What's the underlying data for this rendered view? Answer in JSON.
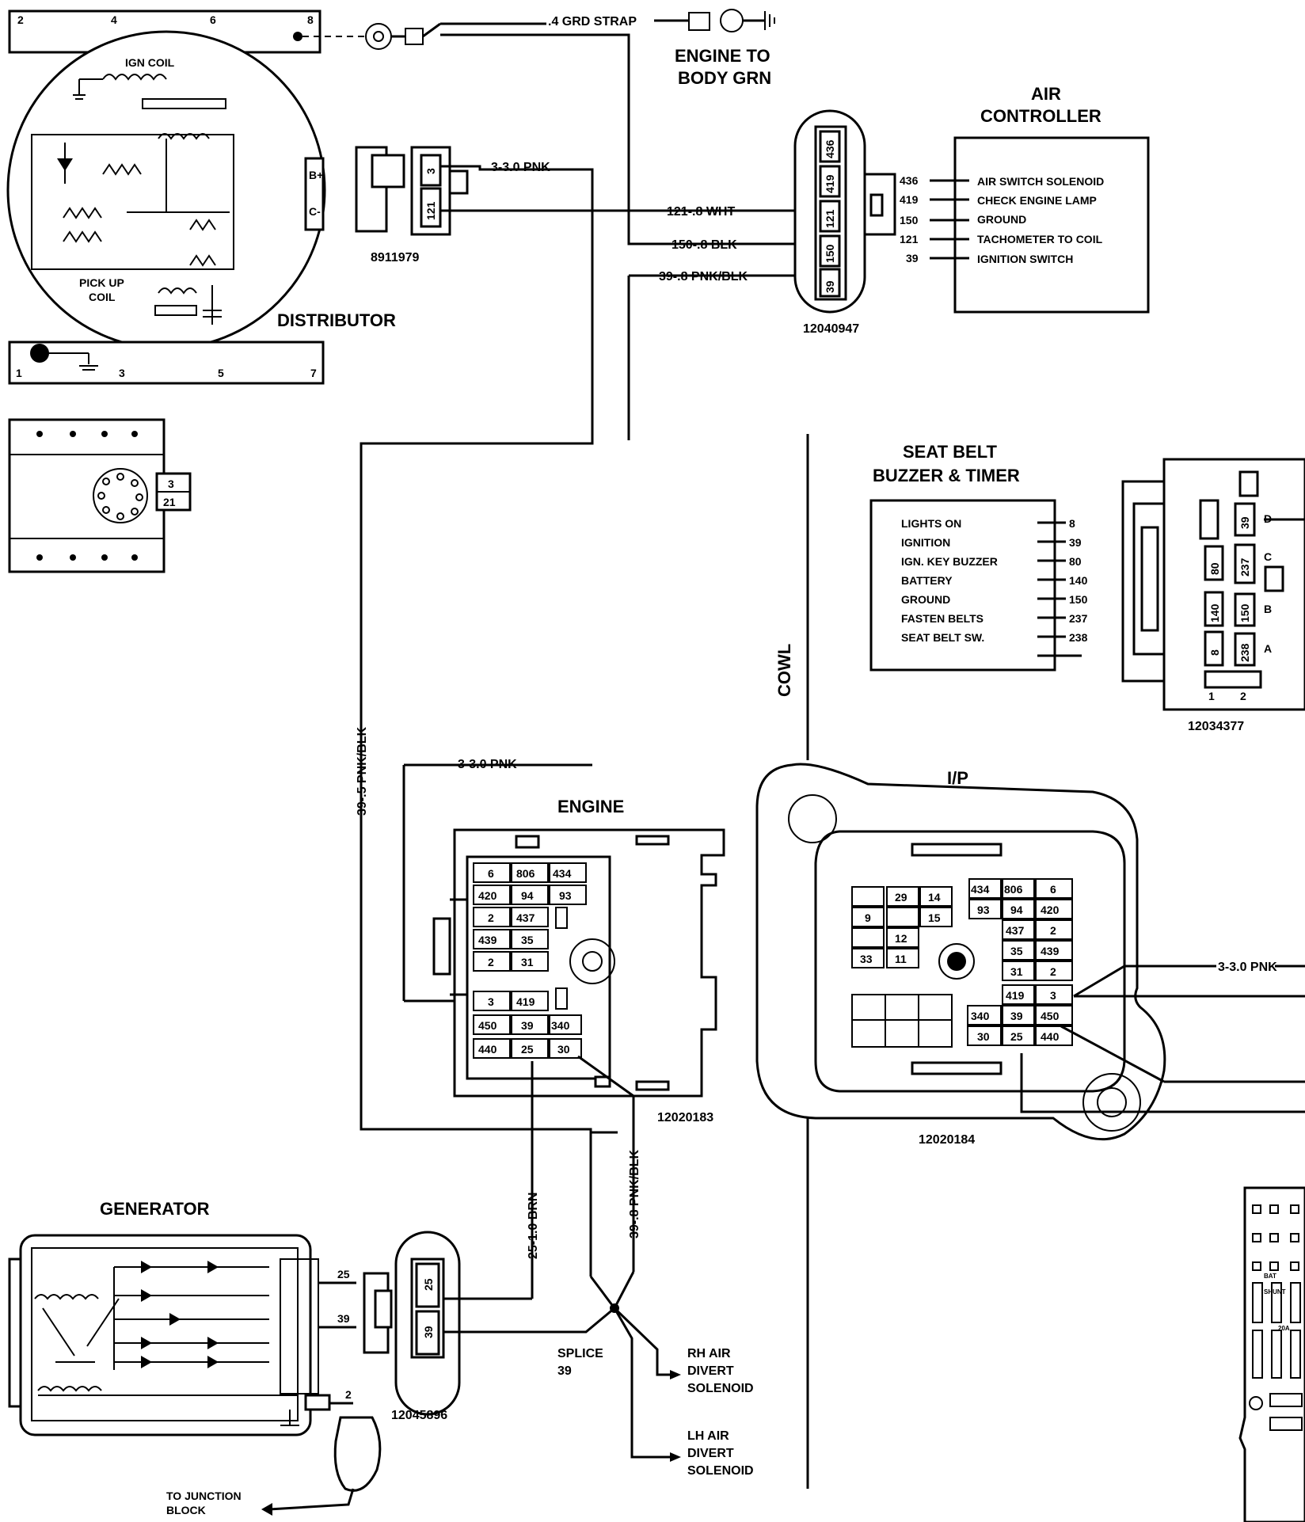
{
  "top_strip": {
    "terminals": [
      "2",
      "4",
      "6",
      "8"
    ]
  },
  "bottom_strip": {
    "terminals": [
      "1",
      "3",
      "5",
      "7"
    ]
  },
  "distributor": {
    "title": "DISTRIBUTOR",
    "ign_coil": "IGN COIL",
    "pick_up_coil": [
      "PICK UP",
      "COIL"
    ],
    "terminals": [
      "B+",
      "C-"
    ]
  },
  "hei_connector": {
    "pins": [
      "3",
      "21"
    ]
  },
  "ground_strap": {
    "wire": ".4 GRD STRAP",
    "label": [
      "ENGINE TO",
      "BODY GRN"
    ]
  },
  "connector_8911979": {
    "part": "8911979",
    "pins": [
      "3",
      "121"
    ]
  },
  "air_controller": {
    "title": [
      "AIR",
      "CONTROLLER"
    ],
    "connector_part": "12040947",
    "connector_pins": [
      "436",
      "419",
      "121",
      "150",
      "39"
    ],
    "circuits": [
      {
        "num": "436",
        "label": "AIR SWITCH SOLENOID"
      },
      {
        "num": "419",
        "label": "CHECK ENGINE LAMP"
      },
      {
        "num": "150",
        "label": "GROUND"
      },
      {
        "num": "121",
        "label": "TACHOMETER TO COIL"
      },
      {
        "num": "39",
        "label": "IGNITION SWITCH"
      }
    ]
  },
  "wires": {
    "pnk_top": "3-3.0 PNK",
    "wht": "121-.8 WHT",
    "blk": "150-.8 BLK",
    "pnk_blk_top": "39-.8 PNK/BLK",
    "pnk_blk_vert": "39-.5 PNK/BLK",
    "pnk_mid": "3-3.0 PNK",
    "brn": "25-1.0 BRN",
    "pnk_blk_low": "39-.8 PNK/BLK",
    "pnk_ip": "3-3.0 PNK"
  },
  "seat_belt": {
    "title": [
      "SEAT BELT",
      "BUZZER & TIMER"
    ],
    "rows": [
      {
        "label": "LIGHTS ON",
        "num": "8"
      },
      {
        "label": "IGNITION",
        "num": "39"
      },
      {
        "label": "IGN. KEY BUZZER",
        "num": "80"
      },
      {
        "label": "BATTERY",
        "num": "140"
      },
      {
        "label": "GROUND",
        "num": "150"
      },
      {
        "label": "FASTEN BELTS",
        "num": "237"
      },
      {
        "label": "SEAT BELT SW.",
        "num": "238"
      }
    ],
    "connector_part": "12034377",
    "connector_cells": [
      "39",
      "80",
      "237",
      "140",
      "150",
      "8",
      "238"
    ],
    "connector_letters": [
      "D",
      "C",
      "B",
      "A"
    ],
    "connector_bottom": [
      "1",
      "2"
    ]
  },
  "cowl": "COWL",
  "engine_block": {
    "title": "ENGINE",
    "part": "12020183",
    "rows": [
      [
        "6",
        "806",
        "434"
      ],
      [
        "420",
        "94",
        "93"
      ],
      [
        "2",
        "437"
      ],
      [
        "439",
        "35"
      ],
      [
        "2",
        "31"
      ],
      [
        "3",
        "419"
      ],
      [
        "450",
        "39",
        "340"
      ],
      [
        "440",
        "25",
        "30"
      ]
    ]
  },
  "ip_block": {
    "title": "I/P",
    "part": "12020184",
    "left_cells": [
      "29",
      "14",
      "9",
      "15",
      "12",
      "33",
      "11"
    ],
    "rows": [
      [
        "434",
        "806",
        "6"
      ],
      [
        "93",
        "94",
        "420"
      ],
      [
        "437",
        "2"
      ],
      [
        "35",
        "439"
      ],
      [
        "31",
        "2"
      ],
      [
        "419",
        "3"
      ],
      [
        "340",
        "39",
        "450"
      ],
      [
        "30",
        "25",
        "440"
      ]
    ]
  },
  "generator": {
    "title": "GENERATOR",
    "terminals": [
      "25",
      "39",
      "2"
    ],
    "connector_part": "12045896",
    "connector_pins": [
      "25",
      "39"
    ],
    "junction": [
      "TO JUNCTION",
      "BLOCK"
    ]
  },
  "splice": {
    "label": [
      "SPLICE",
      "39"
    ]
  },
  "rh_solenoid": [
    "RH AIR",
    "DIVERT",
    "SOLENOID"
  ],
  "lh_solenoid": [
    "LH AIR",
    "DIVERT",
    "SOLENOID"
  ],
  "fuse_panel": {
    "labels": [
      "BAT",
      "SHUNT",
      "20A"
    ]
  }
}
